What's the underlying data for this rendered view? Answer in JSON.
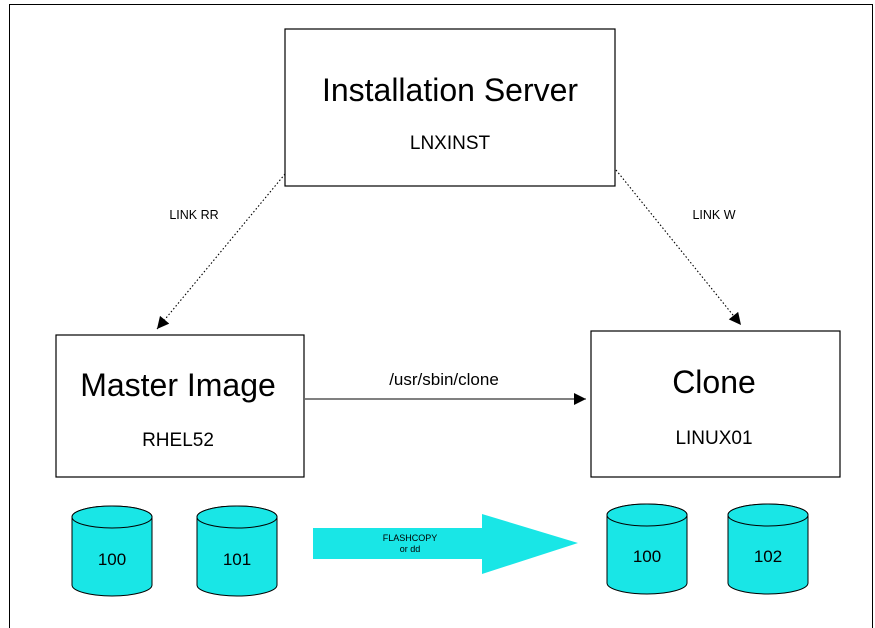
{
  "colors": {
    "disk_fill": "#19e6e6",
    "arrow_fill": "#19e6e6",
    "line": "#000000"
  },
  "nodes": {
    "installation_server": {
      "title": "Installation Server",
      "subtitle": "LNXINST"
    },
    "master_image": {
      "title": "Master Image",
      "subtitle": "RHEL52"
    },
    "clone": {
      "title": "Clone",
      "subtitle": "LINUX01"
    }
  },
  "edges": {
    "link_rr": "LINK  RR",
    "link_w": "LINK  W",
    "clone_command": "/usr/sbin/clone"
  },
  "flashcopy": {
    "line1": "FLASHCOPY",
    "line2": "or dd"
  },
  "disks": {
    "master": [
      "100",
      "101"
    ],
    "clone": [
      "100",
      "102"
    ]
  }
}
